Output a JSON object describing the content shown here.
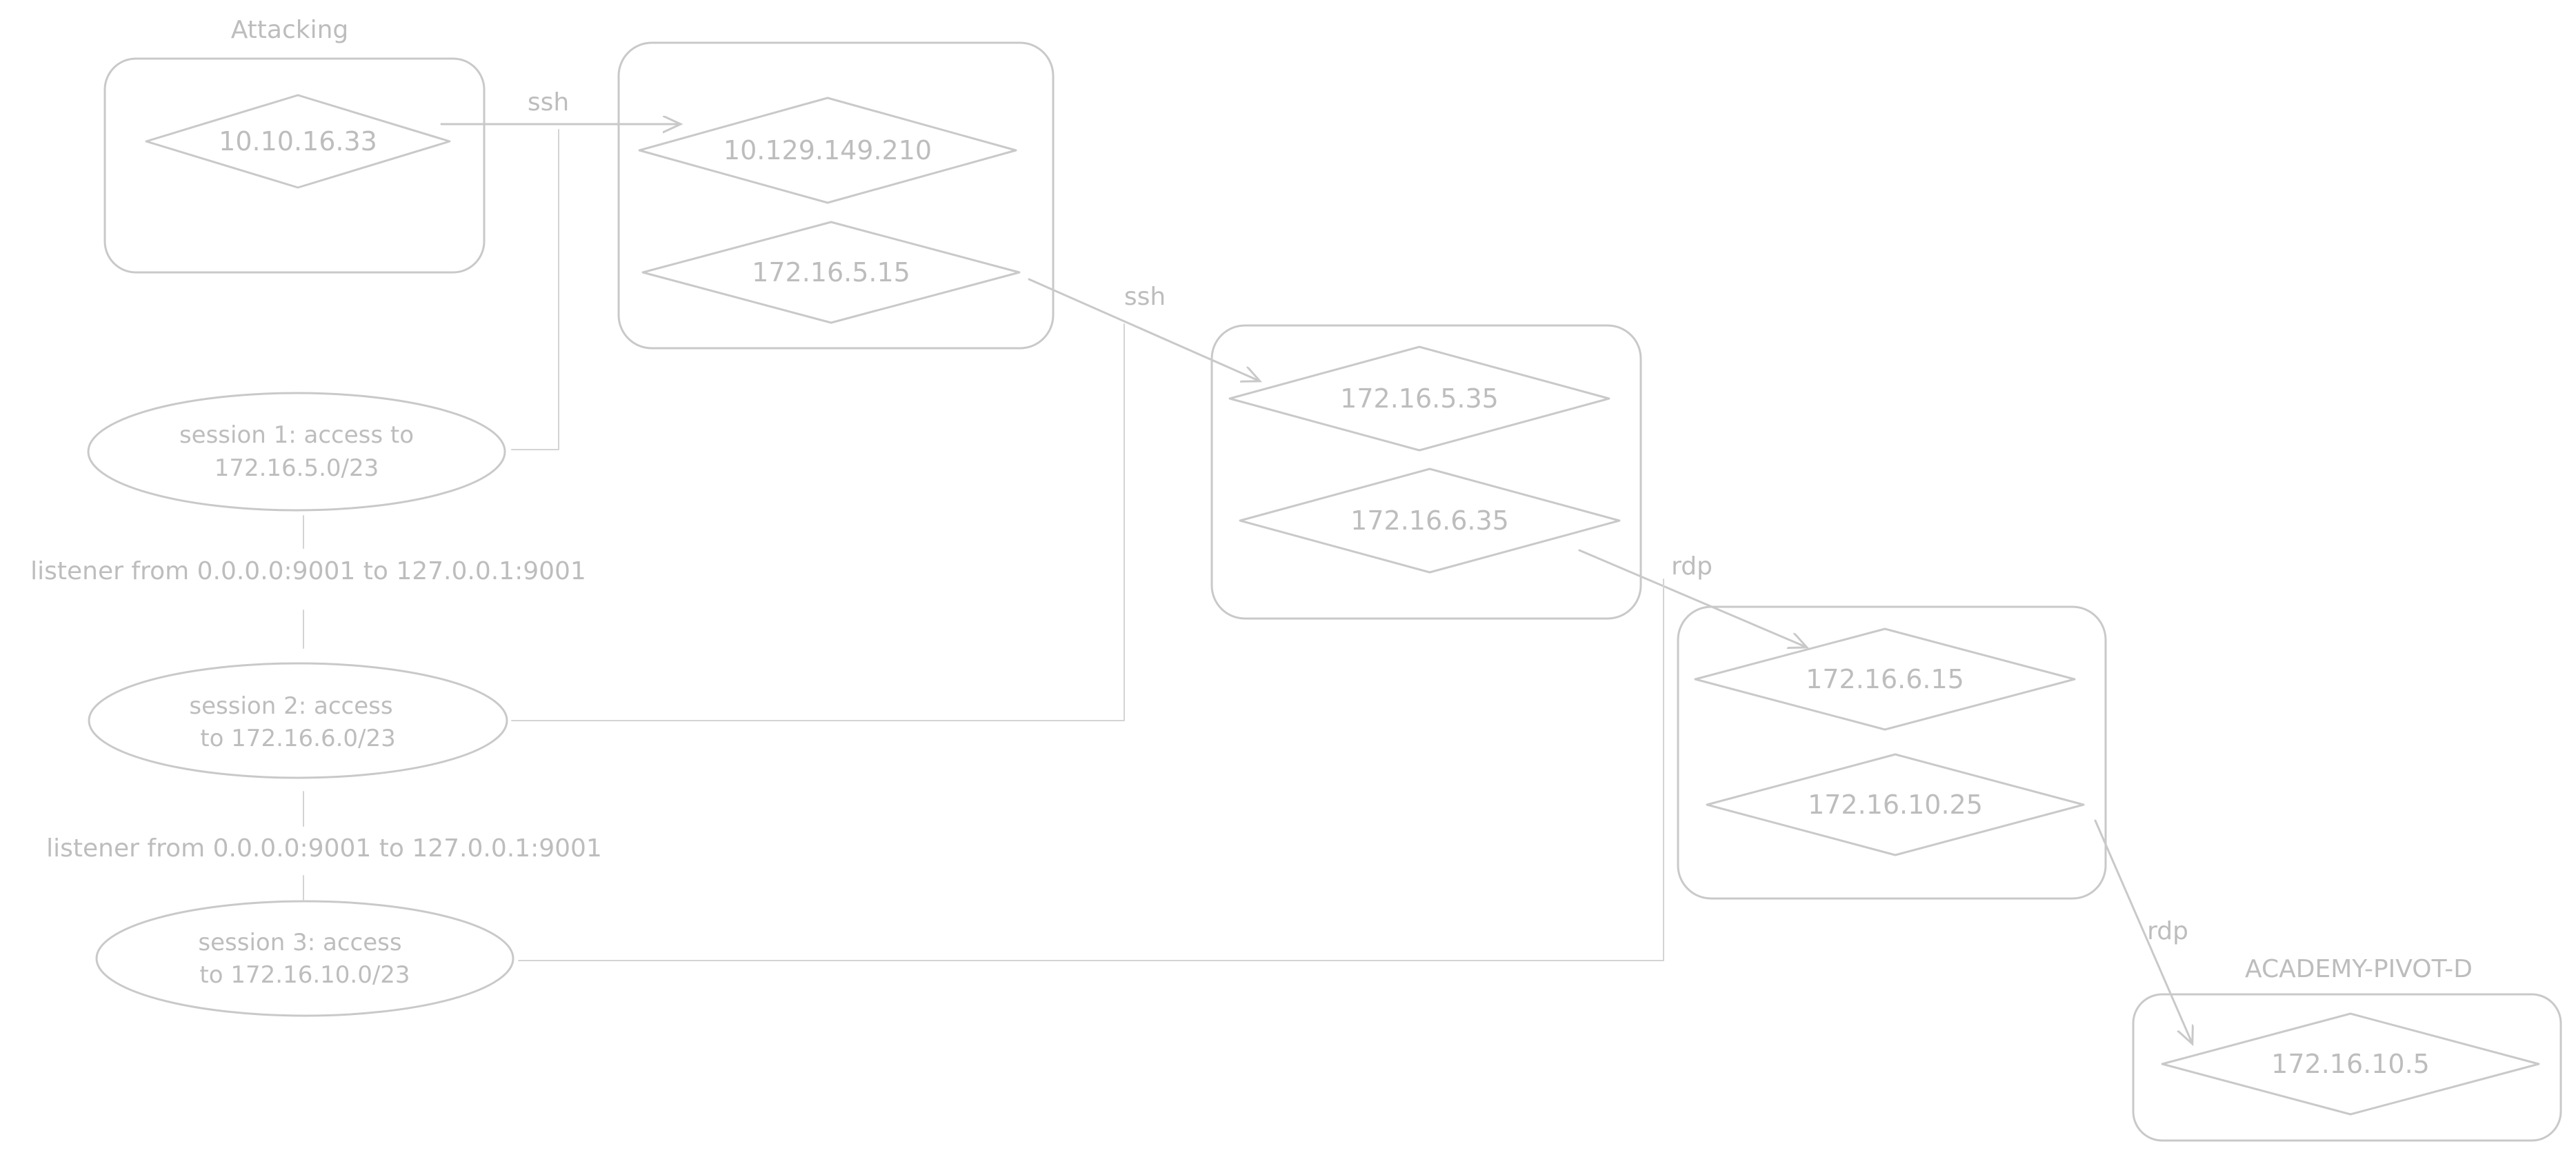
{
  "groups": {
    "attacking": {
      "label": "Attacking"
    },
    "pivot_d": {
      "label": "ACADEMY-PIVOT-D"
    }
  },
  "hosts": {
    "attacker": "10.10.16.33",
    "pivot1_ext": "10.129.149.210",
    "pivot1_int": "172.16.5.15",
    "pivot2_a": "172.16.5.35",
    "pivot2_b": "172.16.6.35",
    "pivot3_a": "172.16.6.15",
    "pivot3_b": "172.16.10.25",
    "target": "172.16.10.5"
  },
  "sessions": {
    "s1_line1": "session 1: access to",
    "s1_line2": "172.16.5.0/23",
    "s2_line1": "session 2: access",
    "s2_line2": "to 172.16.6.0/23",
    "s3_line1": "session 3: access",
    "s3_line2": "to 172.16.10.0/23"
  },
  "listeners": {
    "l1": "listener from 0.0.0.0:9001 to 127.0.0.1:9001",
    "l2": "listener from 0.0.0.0:9001 to 127.0.0.1:9001"
  },
  "connections": {
    "ssh1": "ssh",
    "ssh2": "ssh",
    "rdp1": "rdp",
    "rdp2": "rdp"
  },
  "colors": {
    "stroke": "#c9c9c9",
    "text": "#bdbdbd",
    "background": "#ffffff"
  }
}
